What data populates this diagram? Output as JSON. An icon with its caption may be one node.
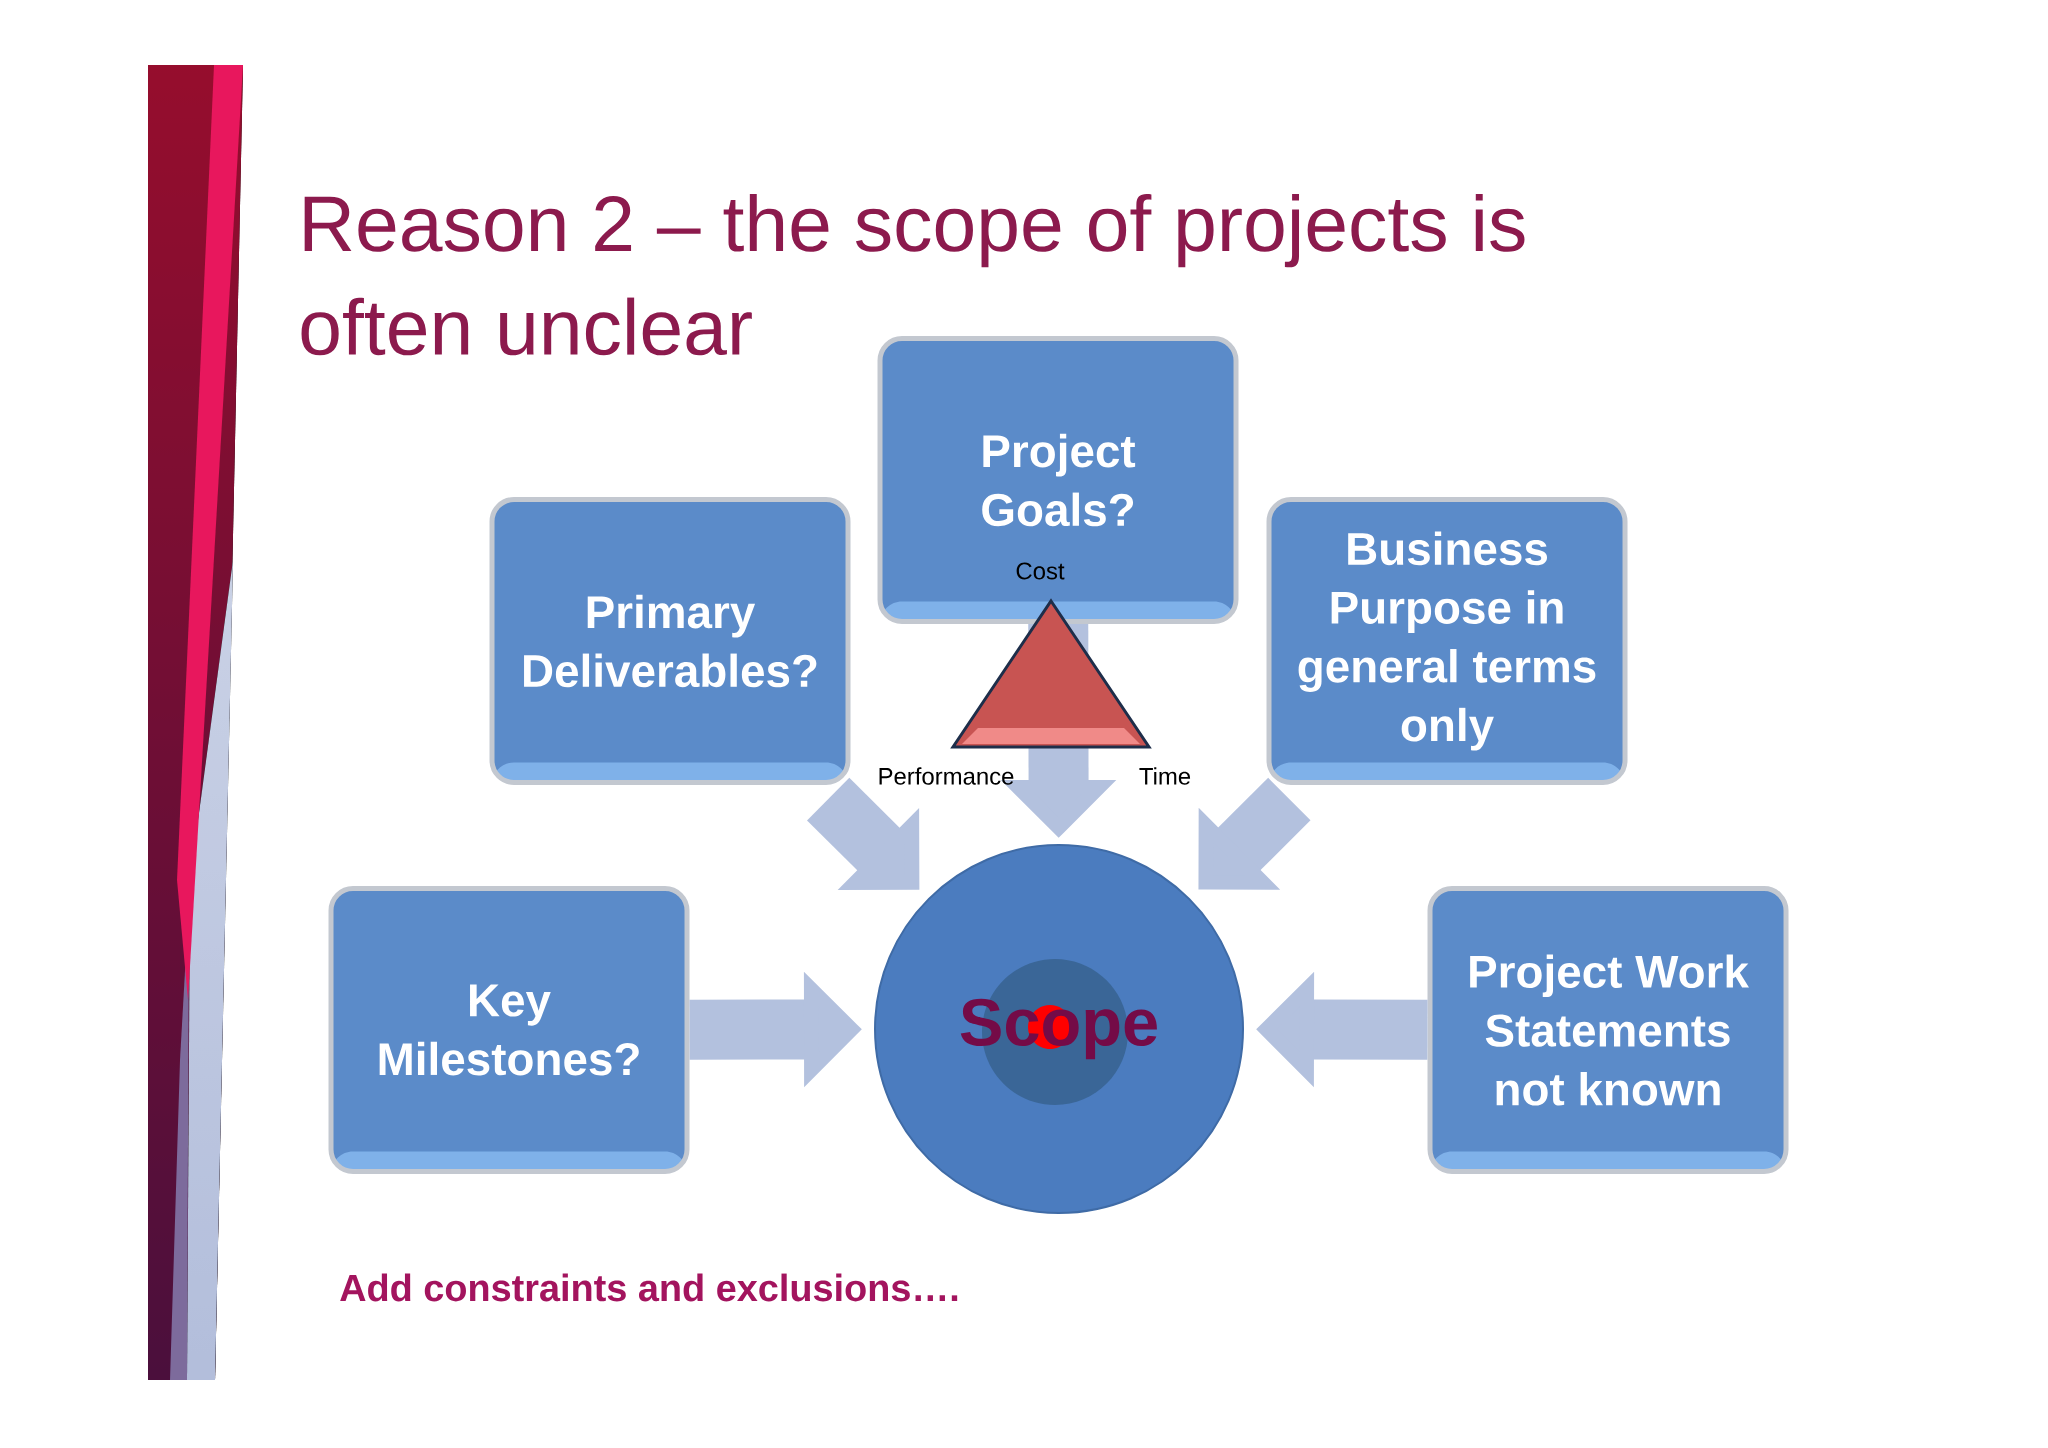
{
  "diagram": {
    "title": "Reason 2 – the scope of projects is often unclear",
    "nodes": [
      {
        "text": [
          "Project Goals?"
        ]
      },
      {
        "text": [
          "Primary Deliverables?"
        ]
      },
      {
        "text": [
          "Business Purpose in general terms only"
        ]
      },
      {
        "text": [
          "Key Milestones?"
        ]
      },
      {
        "text": [
          "Scope"
        ]
      },
      {
        "text": [
          "Project Work Statements not known"
        ]
      }
    ],
    "edges": [
      {
        "from": 0,
        "to": 4,
        "arrow": "to"
      },
      {
        "from": 1,
        "to": 4,
        "arrow": "to"
      },
      {
        "from": 2,
        "to": 4,
        "arrow": "to"
      },
      {
        "from": 3,
        "to": 4,
        "arrow": "to"
      },
      {
        "from": 5,
        "to": 4,
        "arrow": "to"
      }
    ],
    "labels": [
      "Cost",
      "Performance",
      "Time",
      "Add constraints and exclusions…."
    ]
  }
}
